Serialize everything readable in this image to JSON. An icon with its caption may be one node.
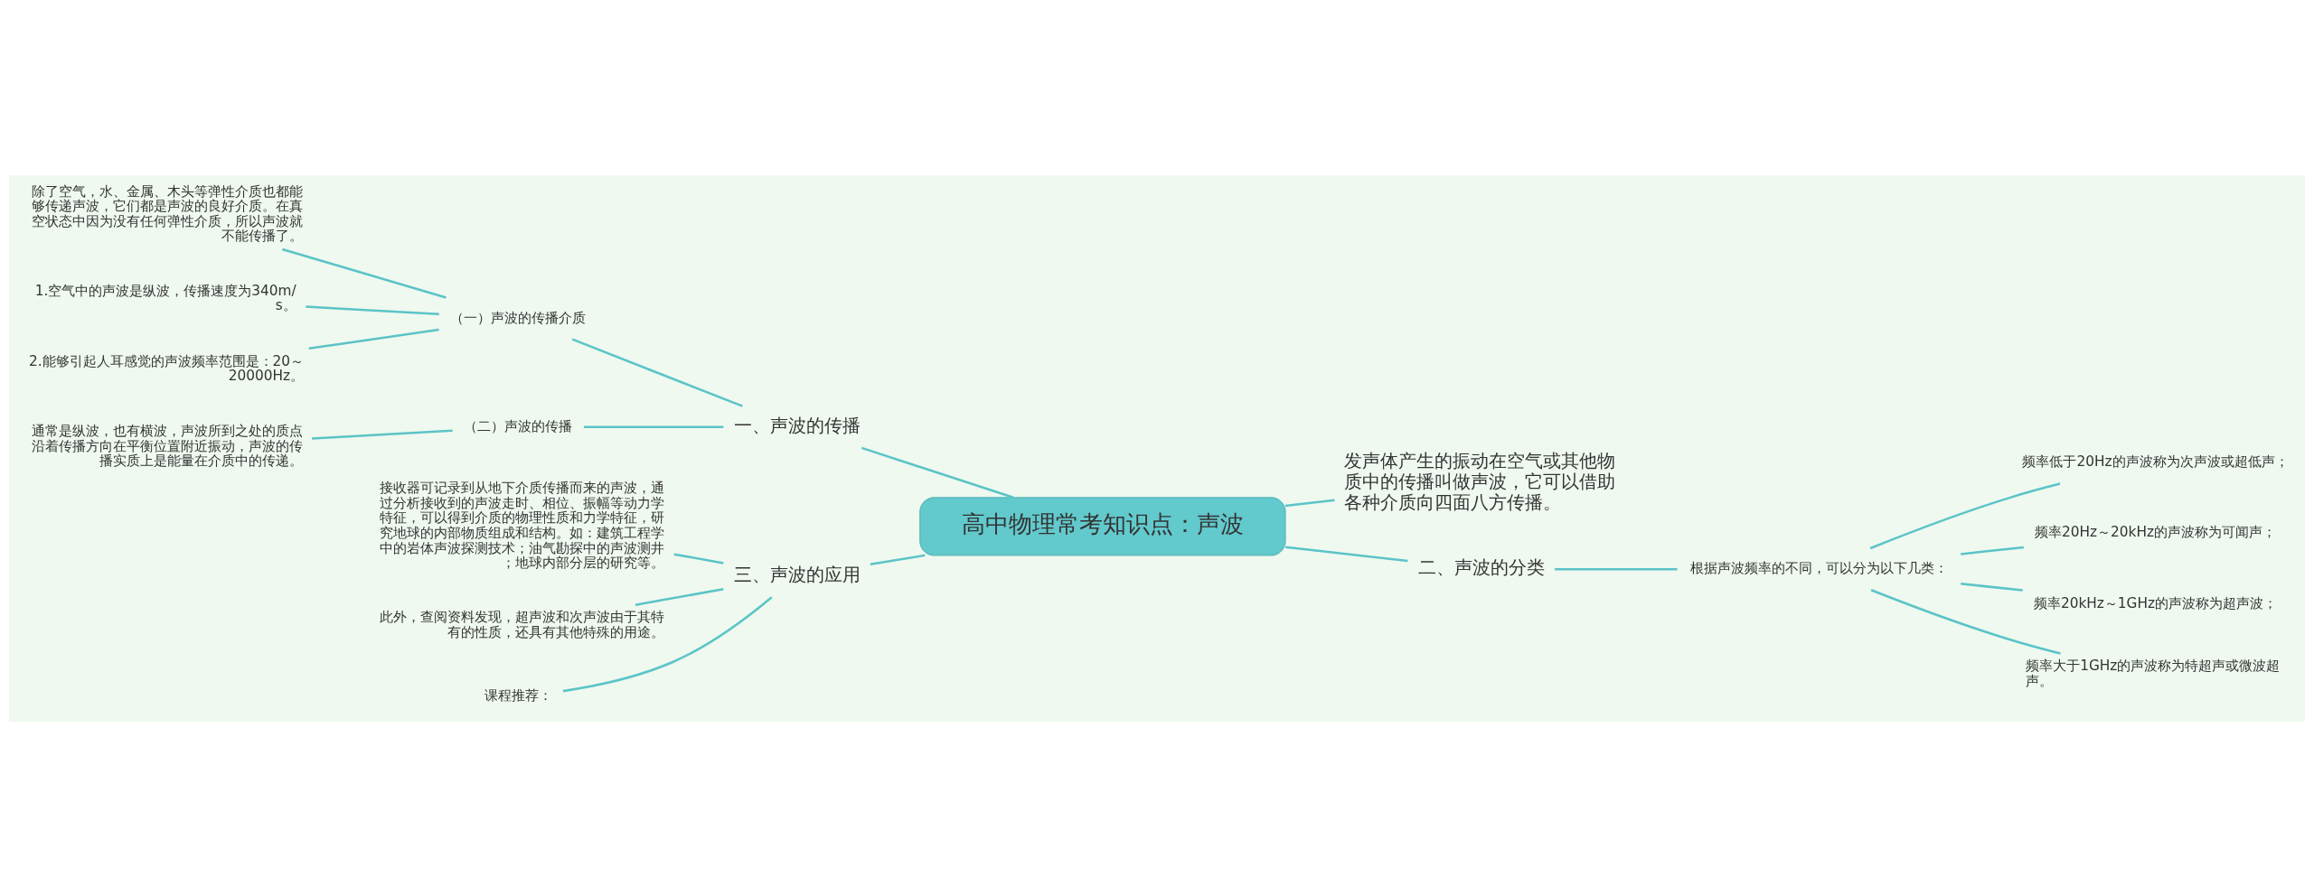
{
  "diagram": {
    "nodes": [
      {
        "text": [
          "高中物理常考知识点：声波"
        ]
      },
      {
        "text": [
          "一、声波的传播"
        ]
      },
      {
        "text": [
          "（一）声波的传播介质"
        ]
      },
      {
        "text": [
          "除了空气，水、金属、木头等弹性介质也都能够传递声波，它们都是声波的良好介质。在真空状态中因为没有任何弹性介质，所以声波就不能传播了。"
        ]
      },
      {
        "text": [
          "1.空气中的声波是纵波，传播速度为340m/s。"
        ]
      },
      {
        "text": [
          "2.能够引起人耳感觉的声波频率范围是：20～20000Hz。"
        ]
      },
      {
        "text": [
          "（二）声波的传播"
        ]
      },
      {
        "text": [
          "通常是纵波，也有横波，声波所到之处的质点沿着传播方向在平衡位置附近振动，声波的传播实质上是能量在介质中的传递。"
        ]
      },
      {
        "text": [
          "发声体产生的振动在空气或其他物质中的传播叫做声波，它可以借助各种介质向四面八方传播。"
        ]
      },
      {
        "text": [
          "二、声波的分类"
        ]
      },
      {
        "text": [
          "根据声波频率的不同，可以分为以下几类："
        ]
      },
      {
        "text": [
          "频率低于20Hz的声波称为次声波或超低声；"
        ]
      },
      {
        "text": [
          "频率20Hz～20kHz的声波称为可闻声；"
        ]
      },
      {
        "text": [
          "频率20kHz～1GHz的声波称为超声波；"
        ]
      },
      {
        "text": [
          "频率大于1GHz的声波称为特超声或微波超声。"
        ]
      },
      {
        "text": [
          "三、声波的应用"
        ]
      },
      {
        "text": [
          "接收器可记录到从地下介质传播而来的声波，通过分析接收到的声波走时、相位、振幅等动力学特征，可以得到介质的物理性质和力学特征，研究地球的内部物质组成和结构。如：建筑工程学中的岩体声波探测技术；油气勘探中的声波测井；地球内部分层的研究等。"
        ]
      },
      {
        "text": [
          "此外，查阅资料发现，超声波和次声波由于其特有的性质，还具有其他特殊的用途。"
        ]
      },
      {
        "text": [
          "课程推荐："
        ]
      }
    ],
    "edges": [
      {
        "from": 0,
        "to": 1,
        "arrow": "none"
      },
      {
        "from": 1,
        "to": 2,
        "arrow": "none"
      },
      {
        "from": 2,
        "to": 3,
        "arrow": "none"
      },
      {
        "from": 2,
        "to": 4,
        "arrow": "none"
      },
      {
        "from": 2,
        "to": 5,
        "arrow": "none"
      },
      {
        "from": 1,
        "to": 6,
        "arrow": "none"
      },
      {
        "from": 6,
        "to": 7,
        "arrow": "none"
      },
      {
        "from": 0,
        "to": 8,
        "arrow": "none"
      },
      {
        "from": 0,
        "to": 9,
        "arrow": "none"
      },
      {
        "from": 9,
        "to": 10,
        "arrow": "none"
      },
      {
        "from": 10,
        "to": 11,
        "arrow": "none"
      },
      {
        "from": 10,
        "to": 12,
        "arrow": "none"
      },
      {
        "from": 10,
        "to": 13,
        "arrow": "none"
      },
      {
        "from": 10,
        "to": 14,
        "arrow": "none"
      },
      {
        "from": 0,
        "to": 15,
        "arrow": "none"
      },
      {
        "from": 15,
        "to": 16,
        "arrow": "none"
      },
      {
        "from": 15,
        "to": 17,
        "arrow": "none"
      },
      {
        "from": 15,
        "to": 18,
        "arrow": "none"
      }
    ]
  }
}
